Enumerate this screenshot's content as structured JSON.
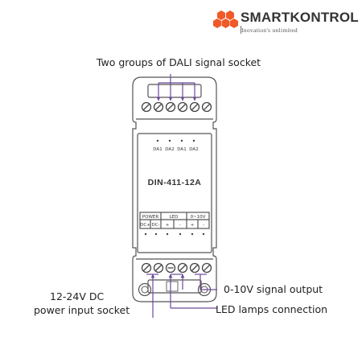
{
  "brand": {
    "name": "SMARTKONTROL",
    "tagline": "Inovation's unlimited",
    "accent_color": "#f05a28",
    "line_color": "#6a4a9c"
  },
  "device": {
    "model": "DIN-411-12A",
    "dali_labels": [
      "DA1",
      "DA2",
      "DA1",
      "DA2"
    ],
    "group_power": "POWER",
    "group_led": "LED",
    "group_output": "0~10V",
    "terminal_labels": [
      "DC+",
      "DC-",
      "+",
      "-",
      "+",
      "-"
    ]
  },
  "callouts": {
    "dali": "Two groups of DALI signal socket",
    "power_line1": "12-24V DC",
    "power_line2": "power input socket",
    "output": "0-10V signal output",
    "led": "LED lamps connection"
  }
}
